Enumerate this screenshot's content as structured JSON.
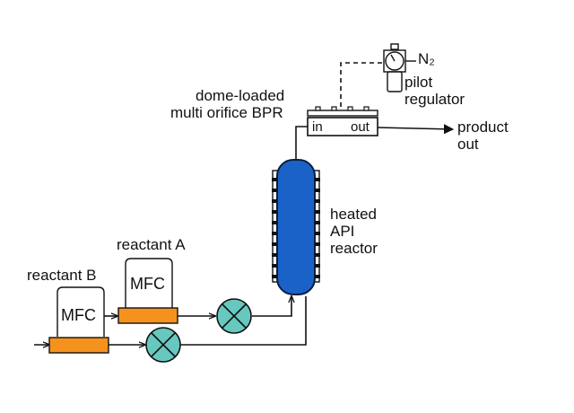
{
  "labels": {
    "bpr_line1": "dome-loaded",
    "bpr_line2": "multi orifice BPR",
    "n2": "N₂",
    "pilot_line1": "pilot",
    "pilot_line2": "regulator",
    "product_line1": "product",
    "product_line2": "out",
    "reactor_line1": "heated",
    "reactor_line2": "API",
    "reactor_line3": "reactor",
    "reactant_a": "reactant A",
    "reactant_b": "reactant B",
    "mfc_a": "MFC",
    "mfc_b": "MFC",
    "bpr_in": "in",
    "bpr_out": "out"
  },
  "colors": {
    "reactor": "#1a62c8",
    "mixer": "#66c8be",
    "mfc_base": "#f5921e",
    "line": "#111111"
  }
}
